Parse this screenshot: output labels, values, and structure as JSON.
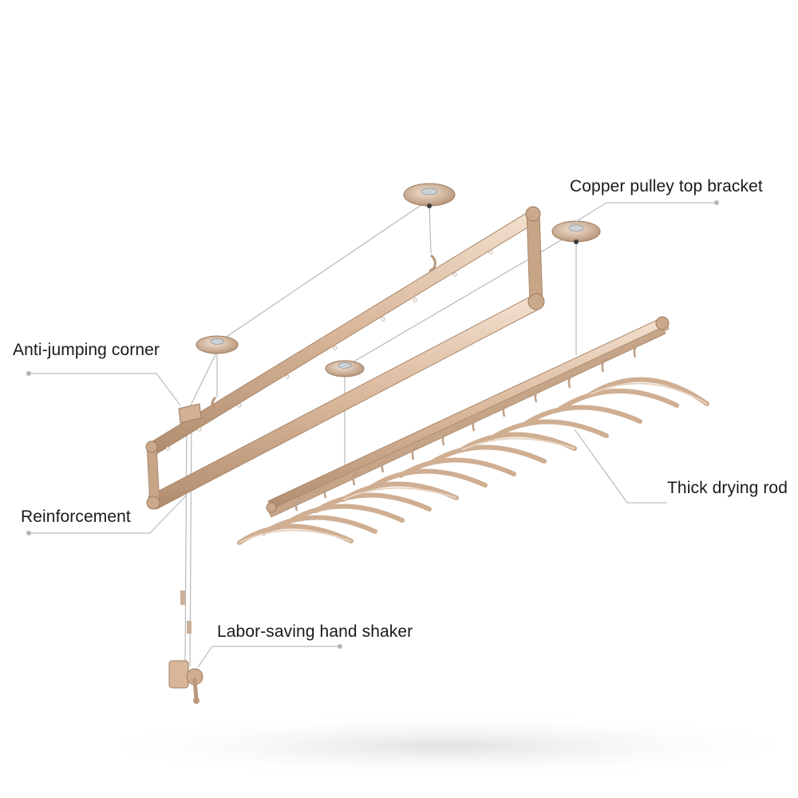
{
  "labels": {
    "top_bracket": "Copper pulley top bracket",
    "anti_jumping": "Anti-jumping corner",
    "reinforcement": "Reinforcement",
    "drying_rod": "Thick drying rod",
    "hand_shaker": "Labor-saving hand shaker"
  },
  "colors": {
    "frame": "#d6b497",
    "frame_dark": "#a9876a",
    "frame_light": "#f1dccb",
    "leader_line": "#bdbdbd",
    "label_text": "#1a1a1a"
  }
}
